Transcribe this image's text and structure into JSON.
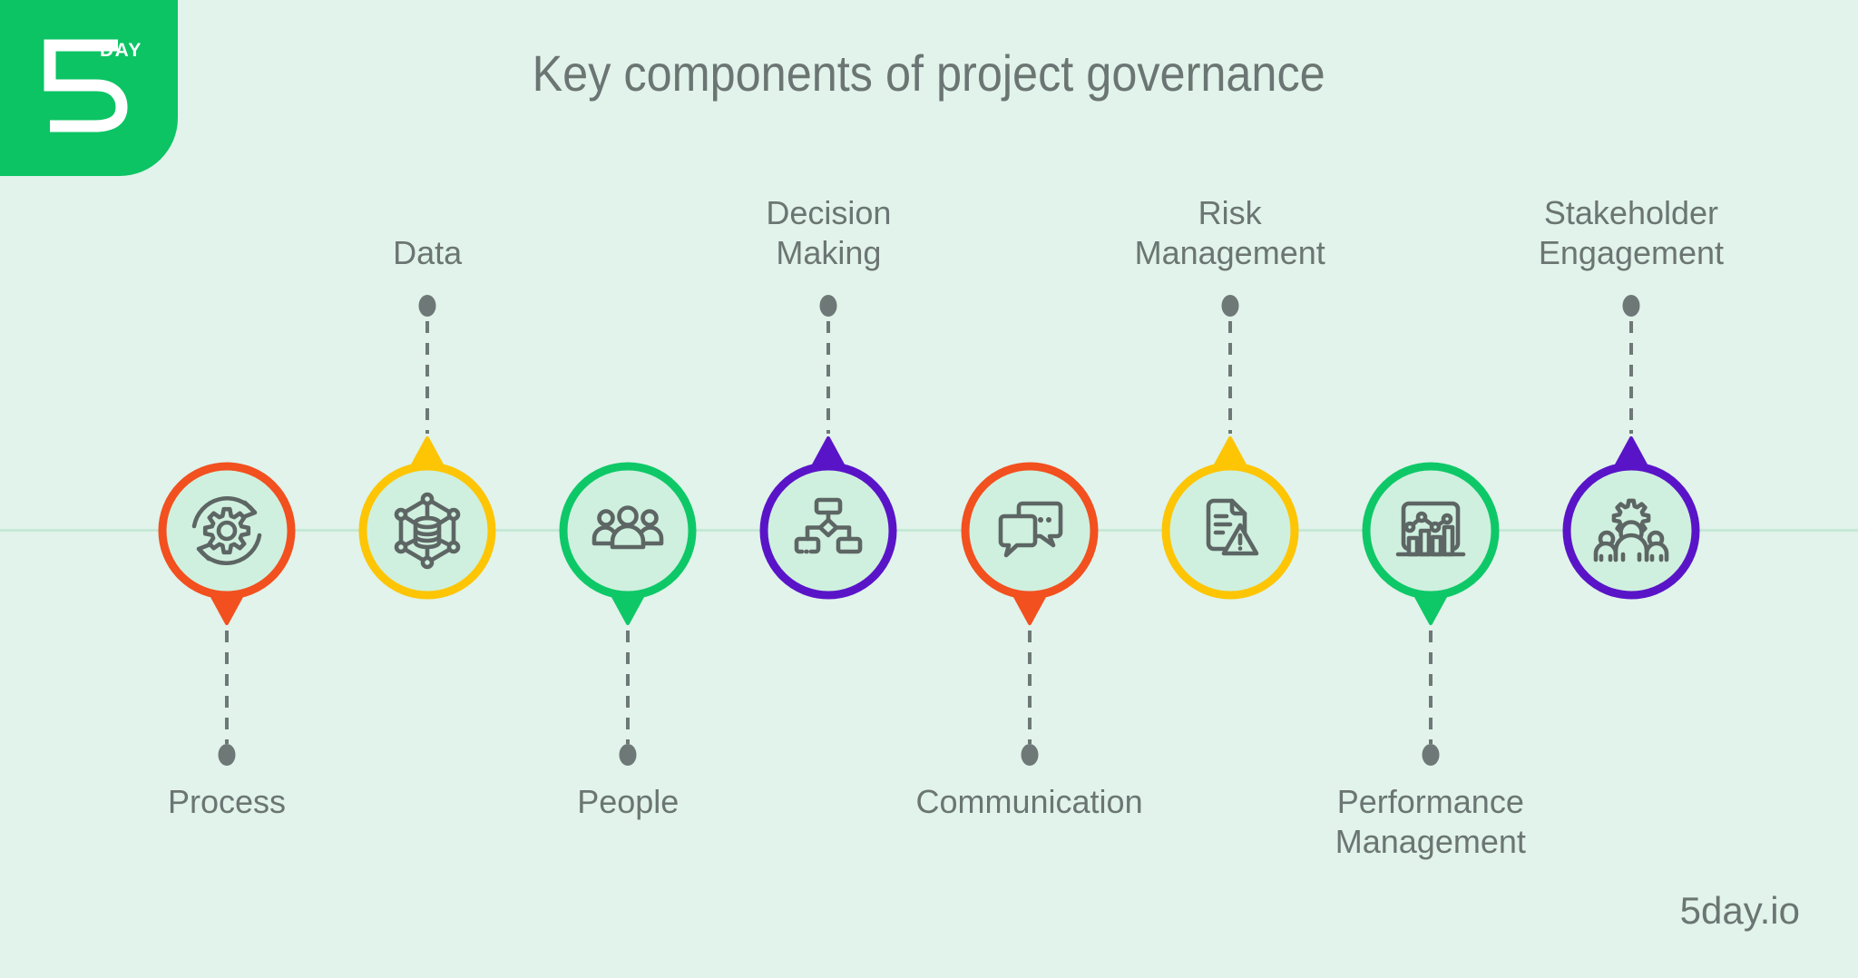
{
  "brand": {
    "logo_number": "5",
    "logo_word": "DAY"
  },
  "title": "Key components of project governance",
  "footer": "5day.io",
  "palette": {
    "background": "#e1f3ea",
    "logo_green": "#0cc464",
    "circle_fill": "#cff0de",
    "icon_stroke": "#5d6664",
    "text_gray": "#6b7573",
    "connector_gray": "#6e7877",
    "timeline_line": "#c6e8d6",
    "accent_orange": "#f2501f",
    "accent_yellow": "#fdc504",
    "accent_green": "#0ec868",
    "accent_purple": "#5a14c8"
  },
  "items": [
    {
      "label": "Process",
      "side": "bottom",
      "accent": "#f2501f",
      "icon": "process-cycle-gear-icon"
    },
    {
      "label": "Data",
      "side": "top",
      "accent": "#fdc504",
      "icon": "data-network-icon"
    },
    {
      "label": "People",
      "side": "bottom",
      "accent": "#0ec868",
      "icon": "people-group-icon"
    },
    {
      "label": "Decision\nMaking",
      "side": "top",
      "accent": "#5a14c8",
      "icon": "decision-flowchart-icon"
    },
    {
      "label": "Communication",
      "side": "bottom",
      "accent": "#f2501f",
      "icon": "chat-bubbles-icon"
    },
    {
      "label": "Risk\nManagement",
      "side": "top",
      "accent": "#fdc504",
      "icon": "risk-document-warning-icon"
    },
    {
      "label": "Performance\nManagement",
      "side": "bottom",
      "accent": "#0ec868",
      "icon": "performance-chart-icon"
    },
    {
      "label": "Stakeholder\nEngagement",
      "side": "top",
      "accent": "#5a14c8",
      "icon": "stakeholder-gear-people-icon"
    }
  ]
}
